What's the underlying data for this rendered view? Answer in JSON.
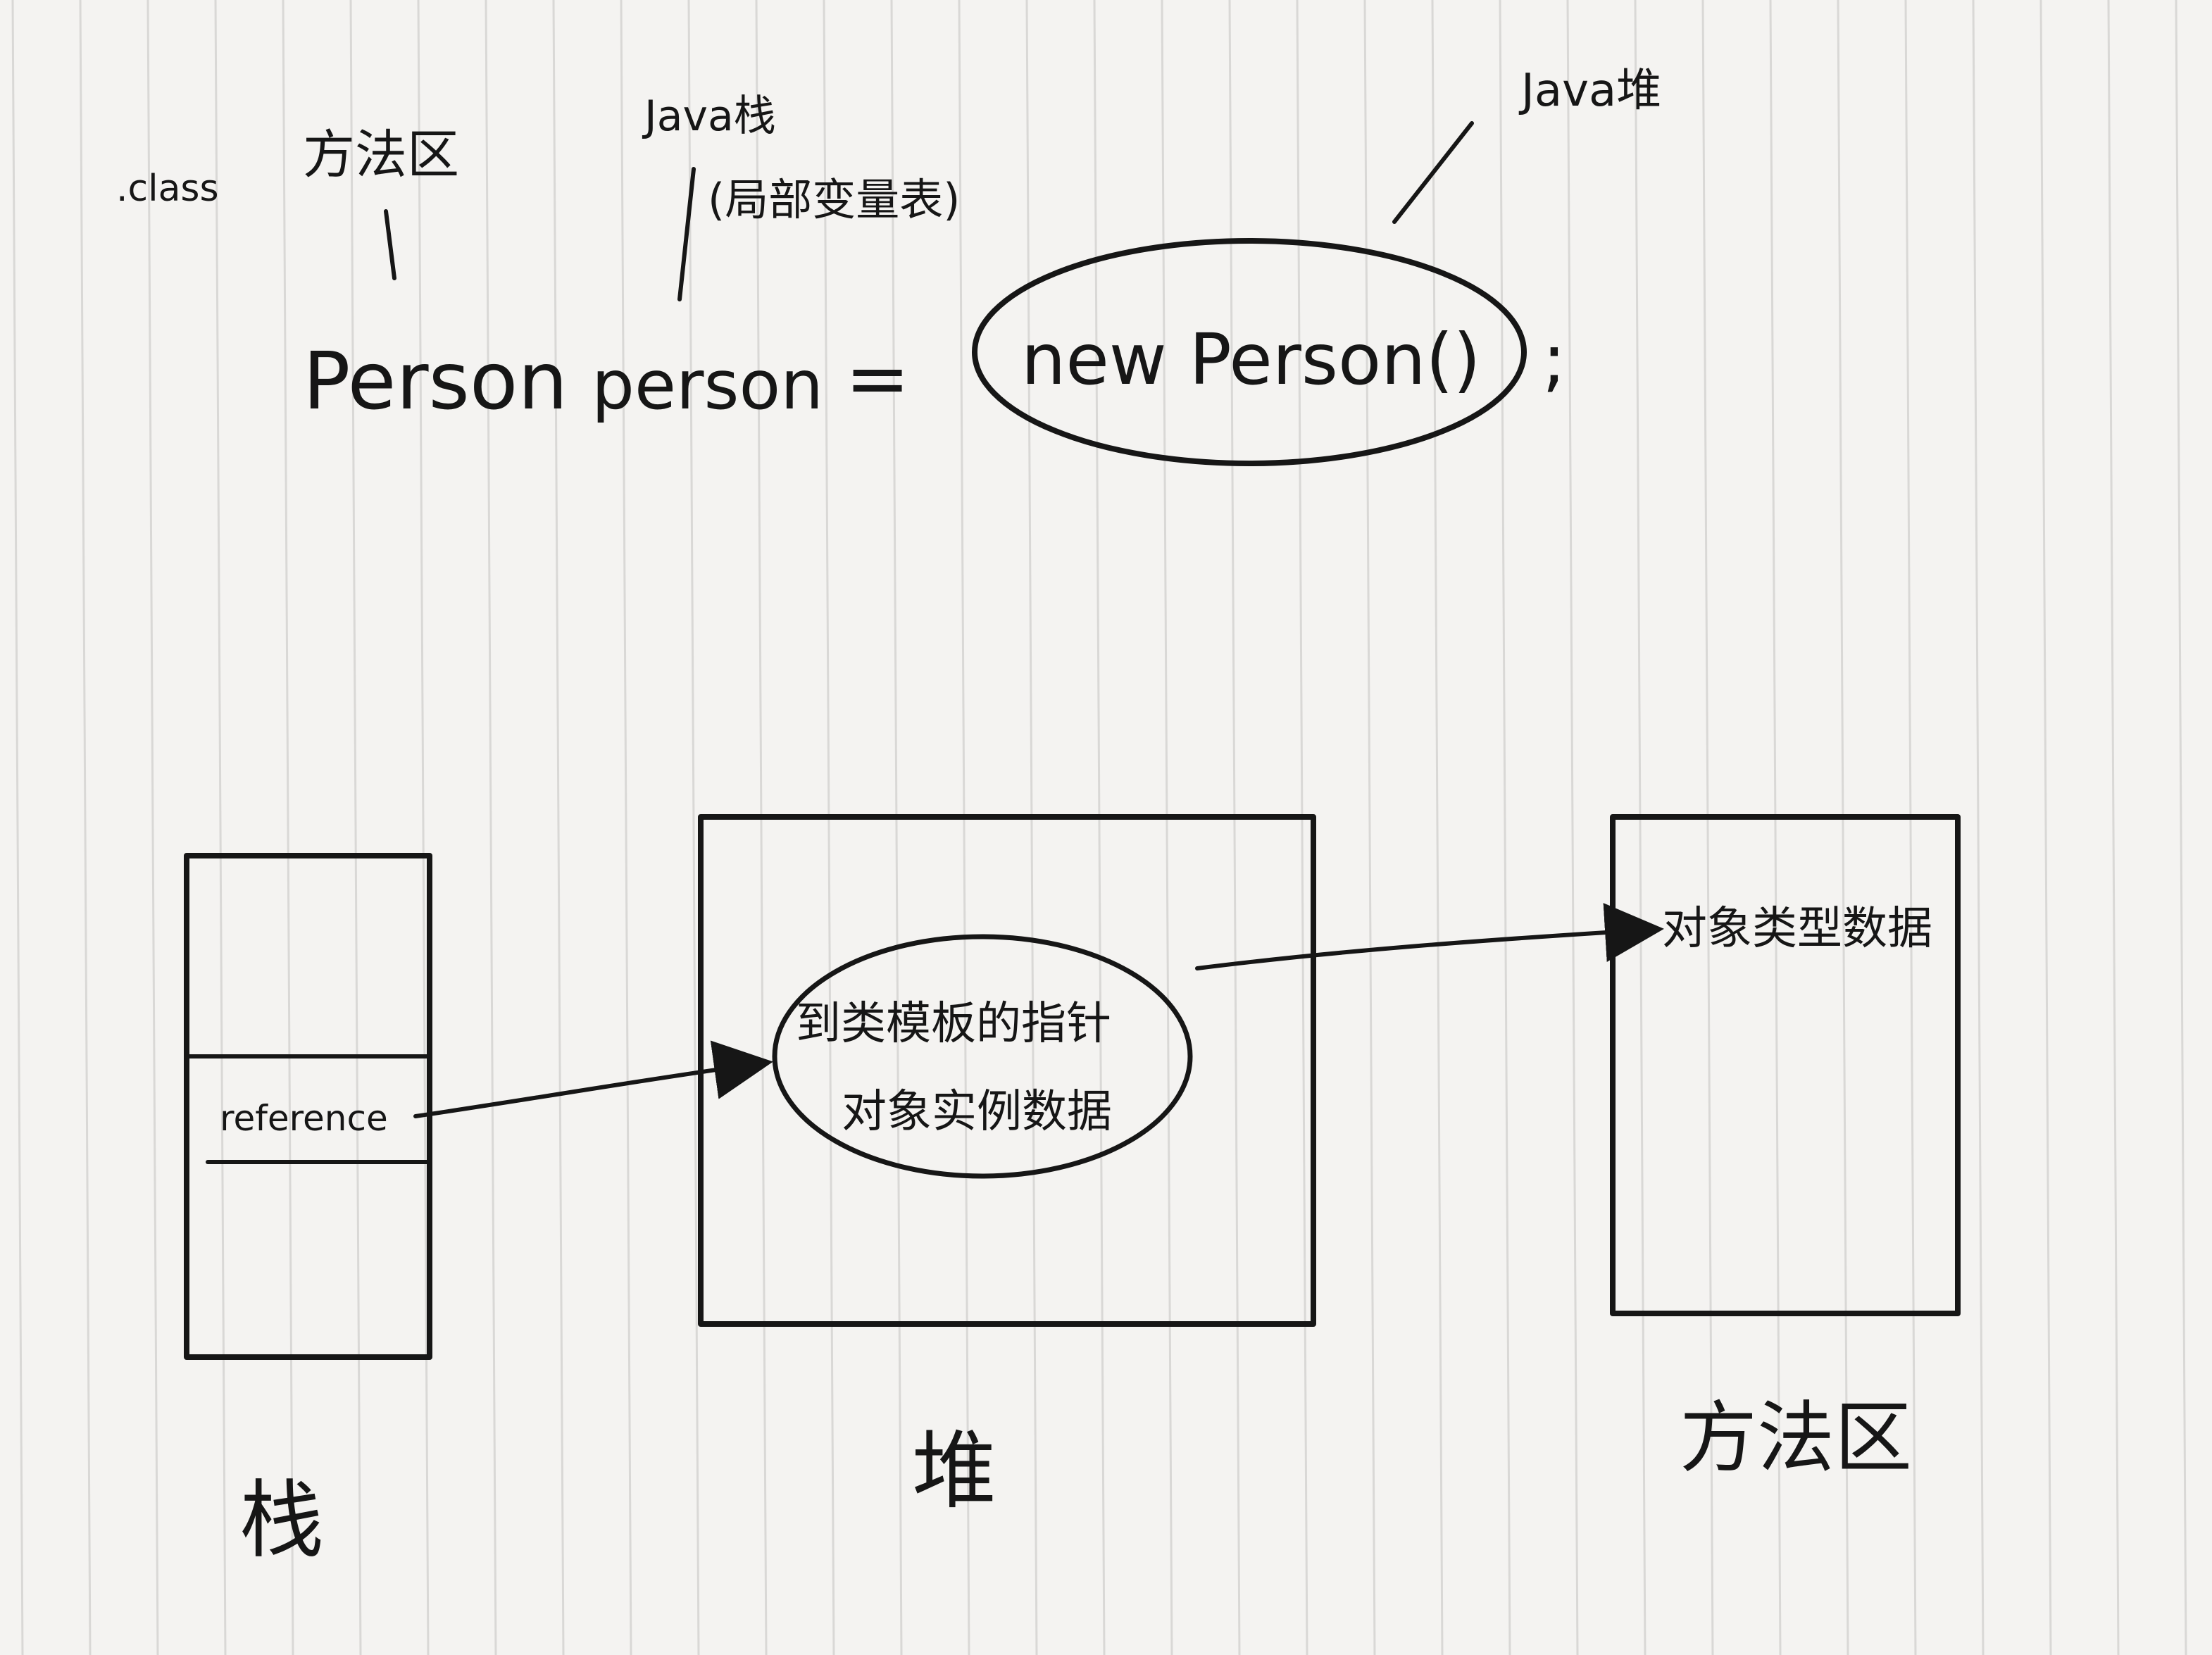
{
  "code": {
    "class_label": ".class",
    "method_area_label": "方法区",
    "stack_label": "Java栈",
    "local_var_label": "(局部变量表)",
    "heap_label": "Java堆",
    "type_token": "Person",
    "var_token": "person",
    "assign_token": "=",
    "new_expr": "new Person()",
    "semicolon": ";"
  },
  "diagram": {
    "stack": {
      "cell_label": "reference",
      "caption": "栈"
    },
    "heap": {
      "ellipse_line1": "到类模板的指针",
      "ellipse_line2": "对象实例数据",
      "caption": "堆"
    },
    "method_area": {
      "inner_label": "对象类型数据",
      "caption": "方法区"
    }
  }
}
